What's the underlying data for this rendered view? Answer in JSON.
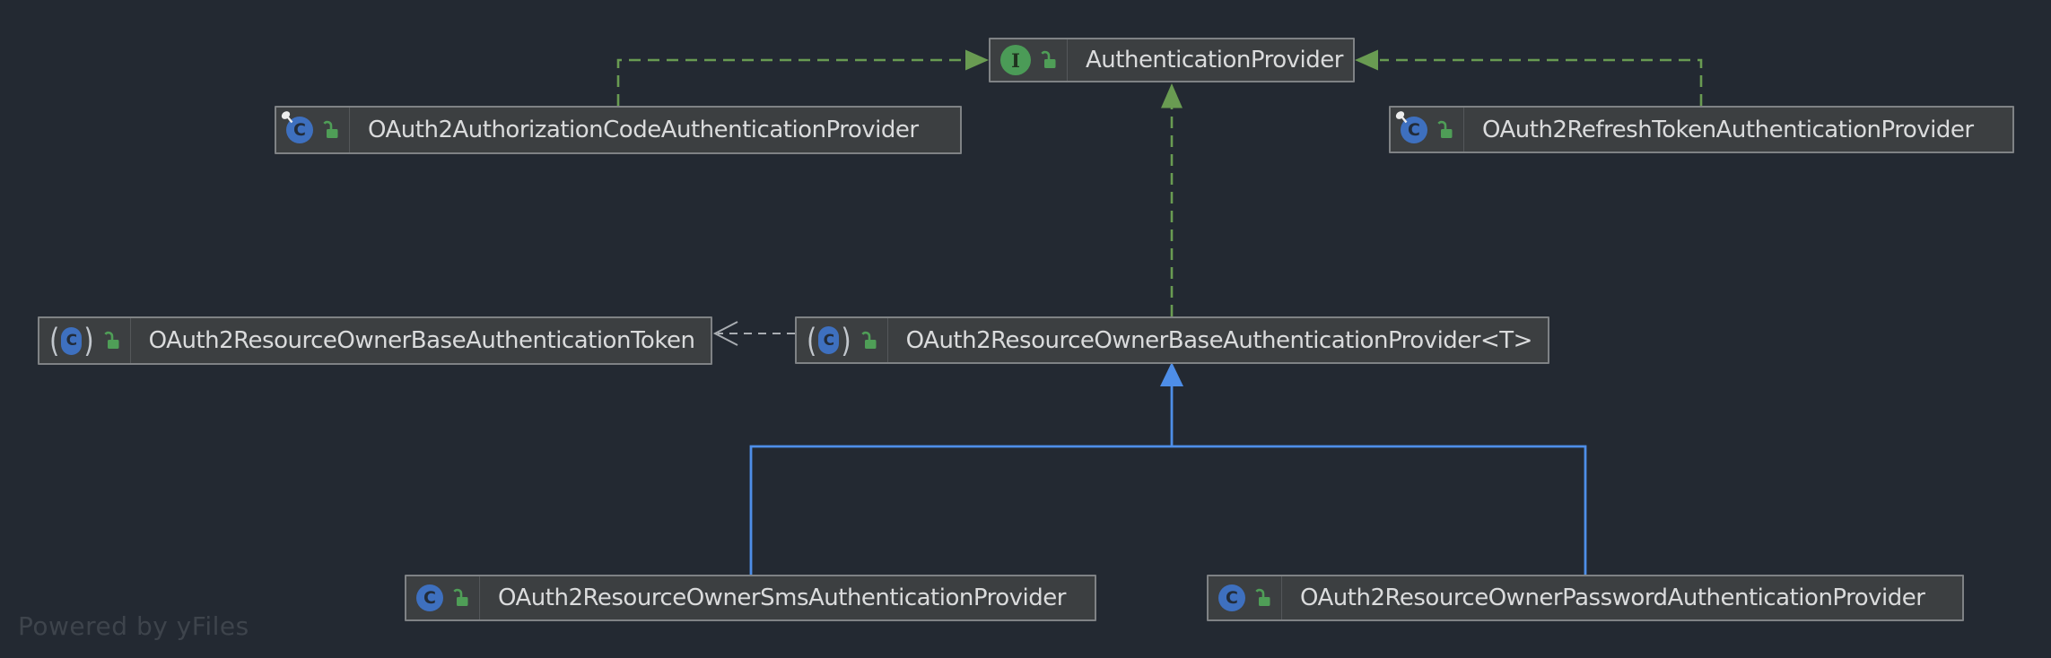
{
  "diagram": {
    "watermark": "Powered by yFiles"
  },
  "colors": {
    "background": "#232932",
    "node_fill": "#3C3F41",
    "node_border": "#7F8285",
    "label_text": "#DADBDC",
    "implements_edge_green": "#699B52",
    "extends_edge_blue": "#4E8EE8",
    "dependency_edge_gray": "#A9ADB2",
    "interface_icon_green": "#4B9B57",
    "class_icon_blue": "#3E70BF",
    "lock_icon_green": "#4F9E57",
    "watermark_text": "#3E444C"
  },
  "nodes": [
    {
      "id": "authentication-provider",
      "label": "AuthenticationProvider",
      "kind": "interface",
      "visibility": "public",
      "icon_letter": "I"
    },
    {
      "id": "oauth2-authorization-code-authentication-provider",
      "label": "OAuth2AuthorizationCodeAuthenticationProvider",
      "kind": "final-class",
      "visibility": "public",
      "icon_letter": "C"
    },
    {
      "id": "oauth2-refresh-token-authentication-provider",
      "label": "OAuth2RefreshTokenAuthenticationProvider",
      "kind": "final-class",
      "visibility": "public",
      "icon_letter": "C"
    },
    {
      "id": "oauth2-resource-owner-base-authentication-token",
      "label": "OAuth2ResourceOwnerBaseAuthenticationToken",
      "kind": "abstract-class",
      "visibility": "public",
      "icon_letter": "C"
    },
    {
      "id": "oauth2-resource-owner-base-authentication-provider",
      "label": "OAuth2ResourceOwnerBaseAuthenticationProvider<T>",
      "kind": "abstract-class",
      "visibility": "public",
      "icon_letter": "C"
    },
    {
      "id": "oauth2-resource-owner-sms-authentication-provider",
      "label": "OAuth2ResourceOwnerSmsAuthenticationProvider",
      "kind": "class",
      "visibility": "public",
      "icon_letter": "C"
    },
    {
      "id": "oauth2-resource-owner-password-authentication-provider",
      "label": "OAuth2ResourceOwnerPasswordAuthenticationProvider",
      "kind": "class",
      "visibility": "public",
      "icon_letter": "C"
    }
  ],
  "edges": [
    {
      "from": "OAuth2AuthorizationCodeAuthenticationProvider",
      "to": "AuthenticationProvider",
      "type": "implements",
      "style": "green-dashed"
    },
    {
      "from": "OAuth2RefreshTokenAuthenticationProvider",
      "to": "AuthenticationProvider",
      "type": "implements",
      "style": "green-dashed"
    },
    {
      "from": "OAuth2ResourceOwnerBaseAuthenticationProvider<T>",
      "to": "AuthenticationProvider",
      "type": "implements",
      "style": "green-dashed"
    },
    {
      "from": "OAuth2ResourceOwnerSmsAuthenticationProvider",
      "to": "OAuth2ResourceOwnerBaseAuthenticationProvider<T>",
      "type": "extends",
      "style": "blue-solid"
    },
    {
      "from": "OAuth2ResourceOwnerPasswordAuthenticationProvider",
      "to": "OAuth2ResourceOwnerBaseAuthenticationProvider<T>",
      "type": "extends",
      "style": "blue-solid"
    },
    {
      "from": "OAuth2ResourceOwnerBaseAuthenticationProvider<T>",
      "to": "OAuth2ResourceOwnerBaseAuthenticationToken",
      "type": "dependency",
      "style": "gray-dashed"
    }
  ]
}
